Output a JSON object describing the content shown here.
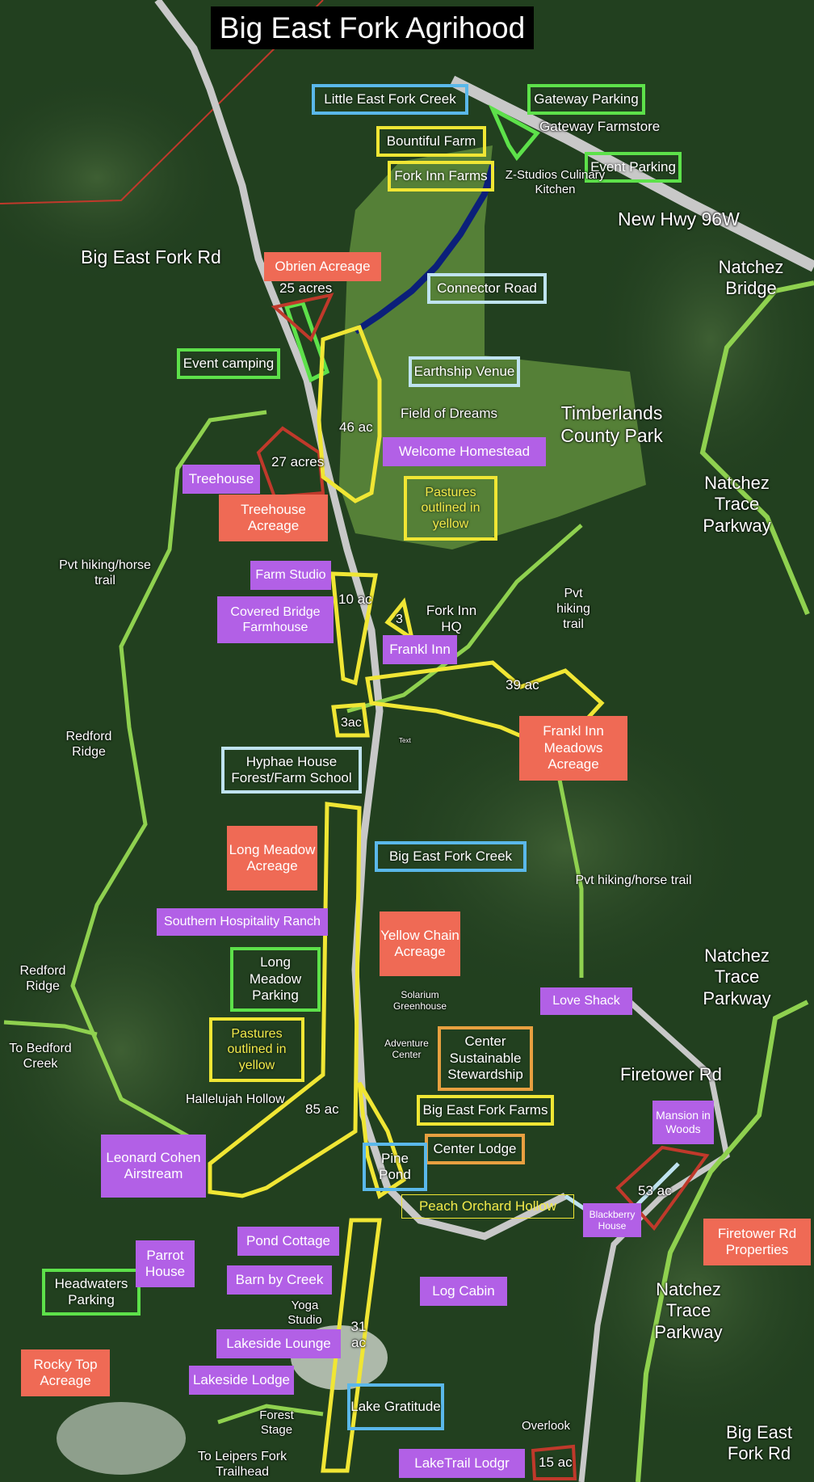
{
  "title": "Big East Fork Agrihood",
  "colors": {
    "pasture_outline": "#f0e634",
    "parcel_outline": "#c0392b",
    "trail": "#8fd14f",
    "parking_outline": "#5de14a",
    "creek_outline": "#5ab8ea",
    "salmon_fill": "#ef6a55",
    "purple_fill": "#b260e6",
    "connector_road": "#0b1f7a",
    "roads": "#c8c8c8"
  },
  "roads": {
    "big_east_fork_rd_top": "Big East Fork Rd",
    "new_hwy": "New Hwy 96W",
    "firetower_rd": "Firetower Rd",
    "big_east_fork_rd_bottom": "Big East Fork Rd",
    "natchez_bridge": "Natchez Bridge",
    "natchez_parkway_1": "Natchez Trace Parkway",
    "natchez_parkway_2": "Natchez Trace Parkway",
    "natchez_parkway_3": "Natchez Trace Parkway"
  },
  "trails": {
    "pvt_hiking_horse_left": "Pvt hiking/horse trail",
    "pvt_hiking_center": "Pvt hiking trail",
    "pvt_hiking_horse_right": "Pvt hiking/horse trail",
    "redford_ridge_1": "Redford Ridge",
    "redford_ridge_2": "Redford Ridge",
    "to_bedford_creek": "To Bedford Creek",
    "to_leipers": "To Leipers Fork Trailhead"
  },
  "outlined": {
    "little_east_fork_creek": "Little East Fork Creek",
    "gateway_parking": "Gateway Parking",
    "event_parking": "Event Parking",
    "bountiful_farm": "Bountiful  Farm",
    "fork_inn_farms": "Fork Inn Farms",
    "connector_road": "Connector Road",
    "event_camping": "Event camping",
    "earthship_venue": "Earthship Venue",
    "pastures_1": "Pastures outlined in yellow",
    "hyphae_house": "Hyphae House Forest/Farm School",
    "big_east_fork_creek": "Big  East Fork Creek",
    "long_meadow_parking": "Long Meadow Parking",
    "pastures_2": "Pastures outlined in yellow",
    "center_sustainable": "Center Sustainable Stewardship",
    "big_east_fork_farms": "Big East Fork Farms",
    "center_lodge": "Center Lodge",
    "pine_pond": "Pine Pond",
    "peach_orchard": "Peach Orchard Hollow",
    "headwaters_parking": "Headwaters Parking",
    "lake_gratitude": "Lake Gratitude"
  },
  "salmon": {
    "obrien_acreage": "Obrien Acreage",
    "treehouse_acreage": "Treehouse Acreage",
    "frankl_inn_meadows": "Frankl Inn Meadows Acreage",
    "long_meadow_acreage": "Long Meadow Acreage",
    "yellow_chain": "Yellow Chain Acreage",
    "firetower_rd_properties": "Firetower Rd Properties",
    "rocky_top": "Rocky Top Acreage"
  },
  "purple": {
    "welcome_homestead": "Welcome Homestead",
    "treehouse": "Treehouse",
    "farm_studio": "Farm Studio",
    "covered_bridge": "Covered Bridge Farmhouse",
    "frankl_inn": "Frankl Inn",
    "southern_hospitality": "Southern Hospitality Ranch",
    "love_shack": "Love Shack",
    "mansion_in_woods": "Mansion in Woods",
    "leonard_cohen": "Leonard Cohen Airstream",
    "blackberry_house": "Blackberry House",
    "pond_cottage": "Pond Cottage",
    "parrot_house": "Parrot House",
    "barn_by_creek": "Barn by Creek",
    "log_cabin": "Log Cabin",
    "lakeside_lounge": "Lakeside Lounge",
    "lakeside_lodge": "Lakeside Lodge",
    "laketrail_lodgr": "LakeTrail Lodgr"
  },
  "places": {
    "gateway_farmstore": "Gateway Farmstore",
    "z_studios": "Z-Studios Culinary Kitchen",
    "field_of_dreams": "Field of Dreams",
    "timberlands": "Timberlands County Park",
    "fork_inn_hq": "Fork Inn HQ",
    "solarium": "Solarium Greenhouse",
    "adventure_center": "Adventure Center",
    "hallelujah_hollow": "Hallelujah Hollow",
    "yoga_studio": "Yoga Studio",
    "forest_stage": "Forest Stage",
    "overlook": "Overlook",
    "text_marker": "Text"
  },
  "acreage": {
    "a25": "25 acres",
    "a46": "46 ac",
    "a27": "27 acres",
    "a10": "10 ac",
    "a3": "3",
    "a39": "39 ac",
    "a3b": "3ac",
    "a85": "85 ac",
    "a53": "53 ac",
    "a31": "31 ac",
    "a15": "15 ac"
  }
}
